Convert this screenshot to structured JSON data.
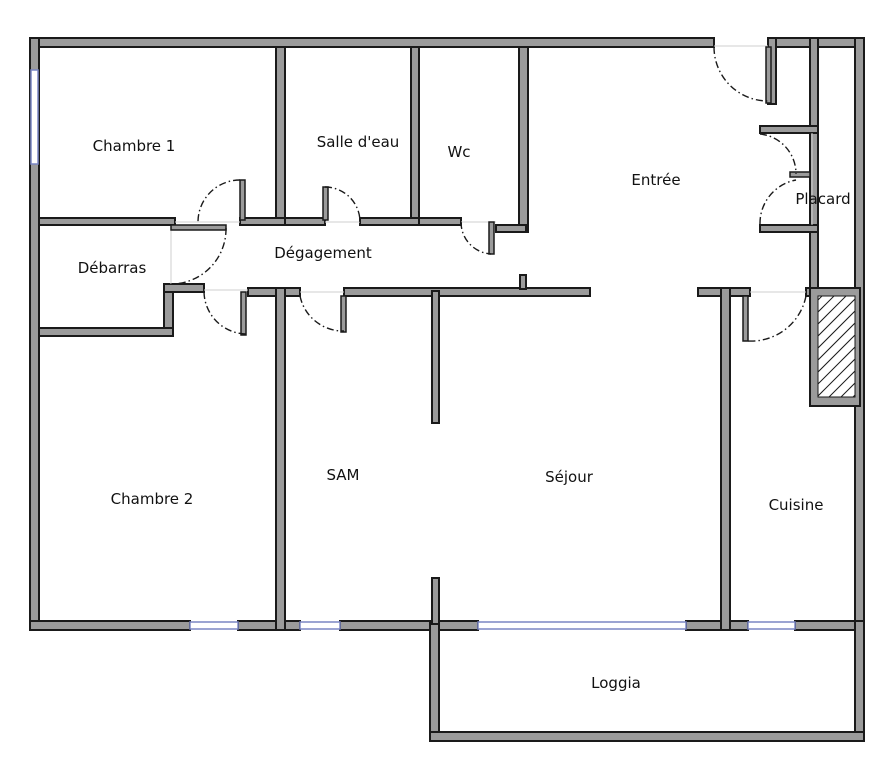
{
  "rooms": {
    "chambre1": "Chambre 1",
    "salle_deau": "Salle d'eau",
    "wc": "Wc",
    "entree": "Entrée",
    "placard": "Placard",
    "debarras": "Débarras",
    "degagement": "Dégagement",
    "sam": "SAM",
    "sejour": "Séjour",
    "cuisine": "Cuisine",
    "chambre2": "Chambre 2",
    "loggia": "Loggia"
  }
}
